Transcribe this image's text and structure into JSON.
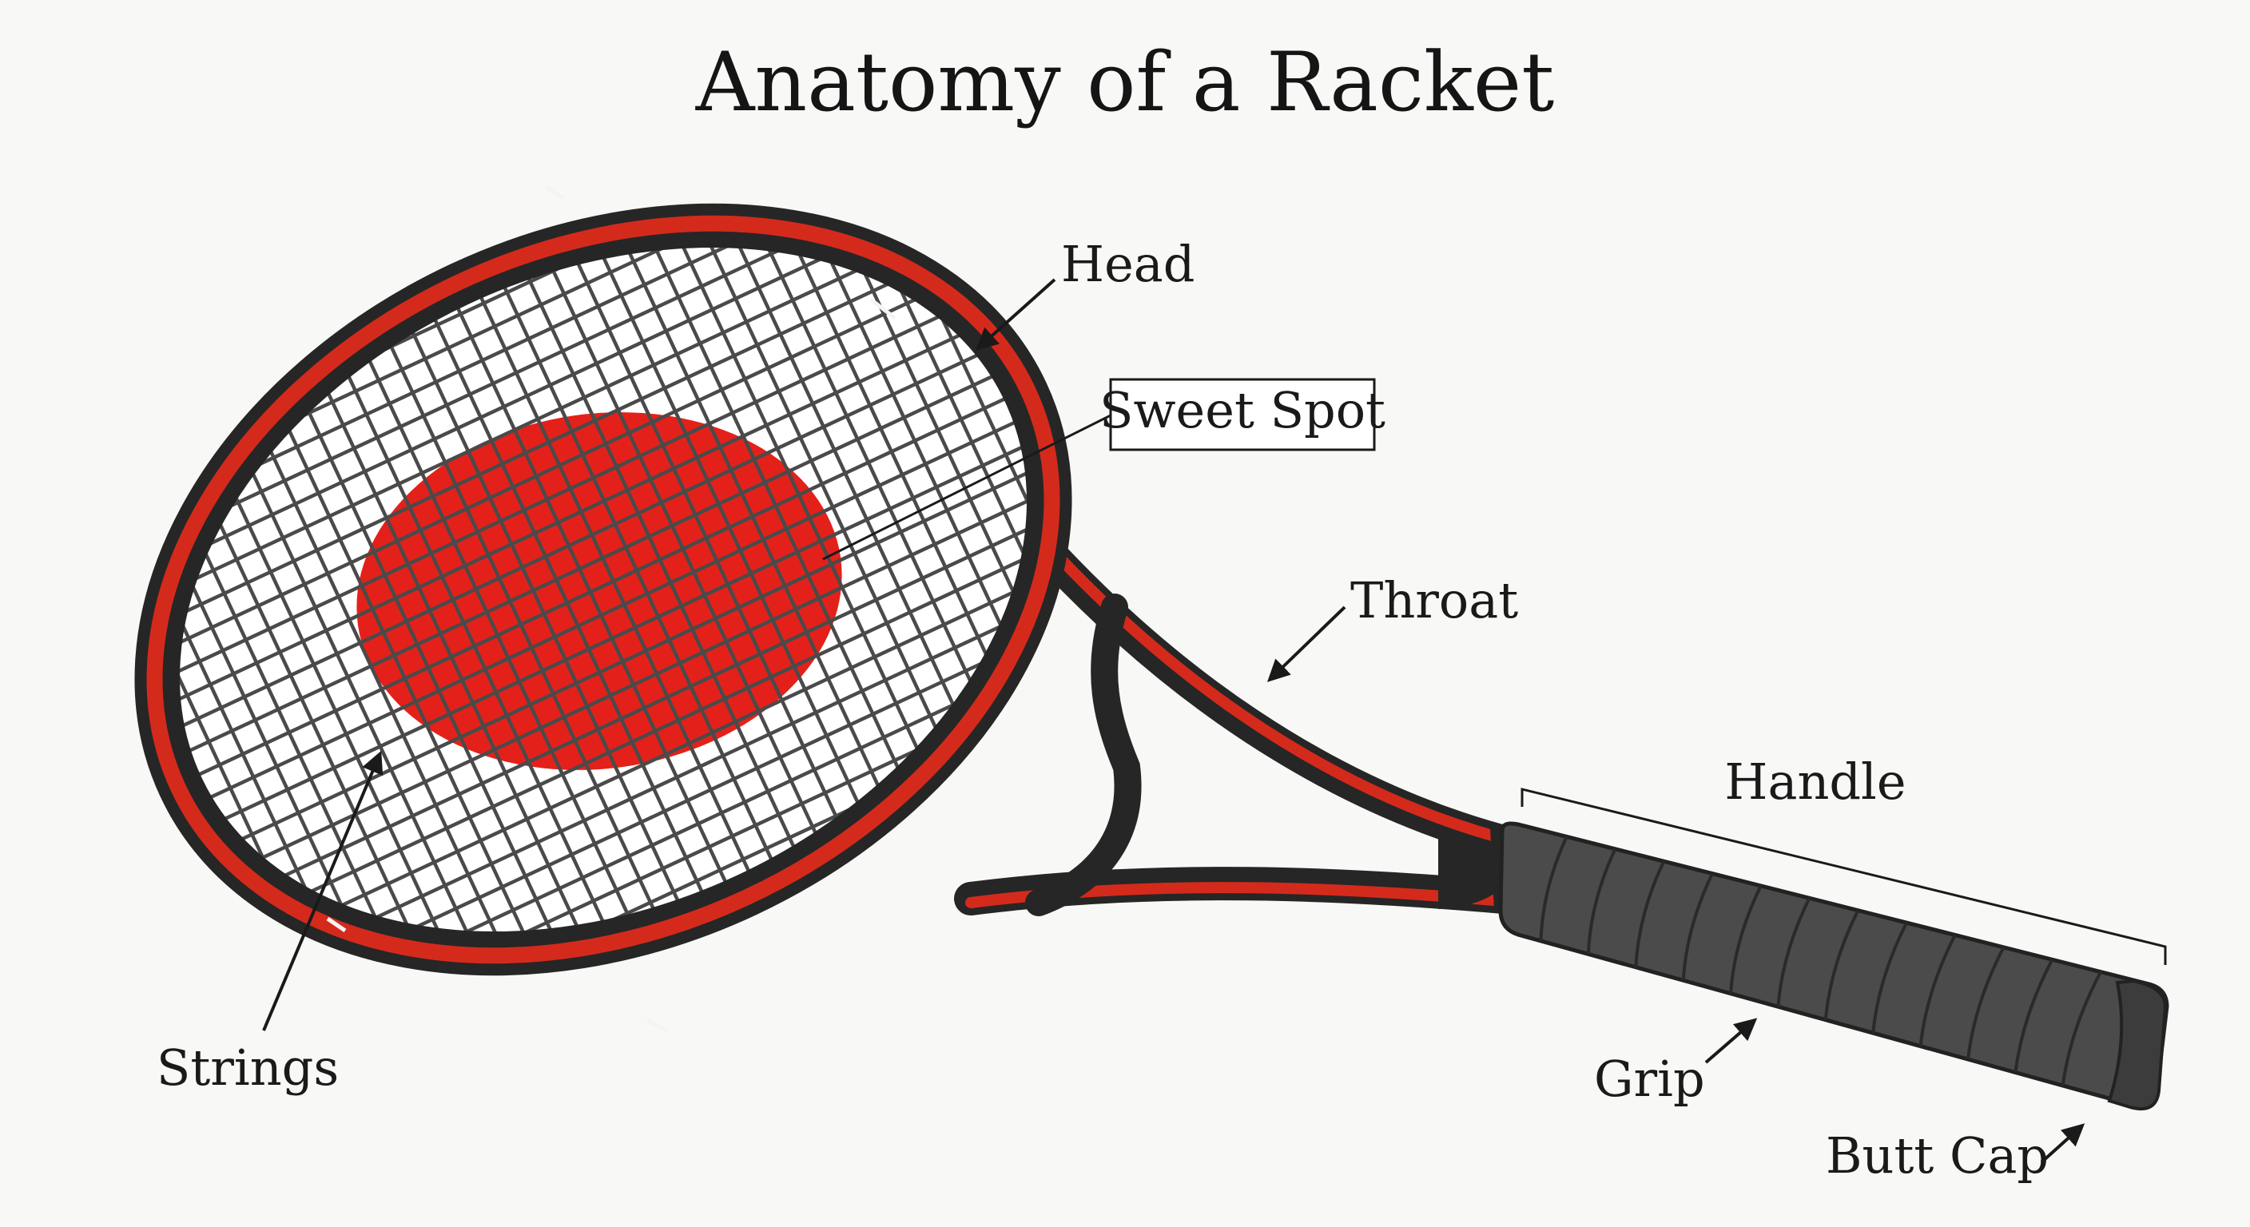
{
  "title": "Anatomy of a Racket",
  "labels": {
    "head": "Head",
    "sweet_spot": "Sweet Spot",
    "throat": "Throat",
    "handle": "Handle",
    "strings": "Strings",
    "grip": "Grip",
    "butt_cap": "Butt Cap"
  },
  "colors": {
    "frame_red": "#d42a1c",
    "frame_black": "#262626",
    "sweet_spot_red": "#e3211a",
    "grip_gray": "#4b4b4b",
    "string_gray": "#4a4a4a",
    "text": "#1a1a1a",
    "background": "#f8f8f6"
  }
}
